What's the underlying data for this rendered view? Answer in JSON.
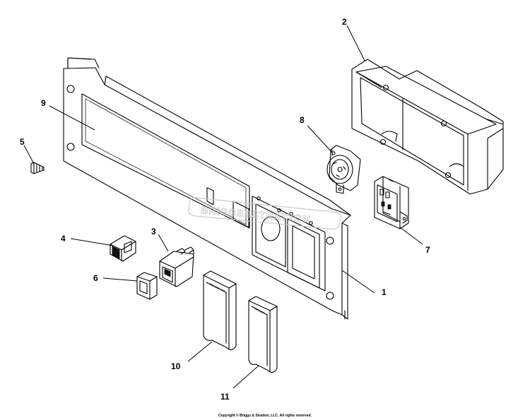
{
  "labels": {
    "p1": "1",
    "p2": "2",
    "p3": "3",
    "p4": "4",
    "p5": "5",
    "p6": "6",
    "p7": "7",
    "p8": "8",
    "p9": "9",
    "p10": "10",
    "p11": "11"
  },
  "watermark": "BRIGGS&STRATTON",
  "copyright": "Copyright © Briggs & Stratton, LLC. All rights reserved."
}
